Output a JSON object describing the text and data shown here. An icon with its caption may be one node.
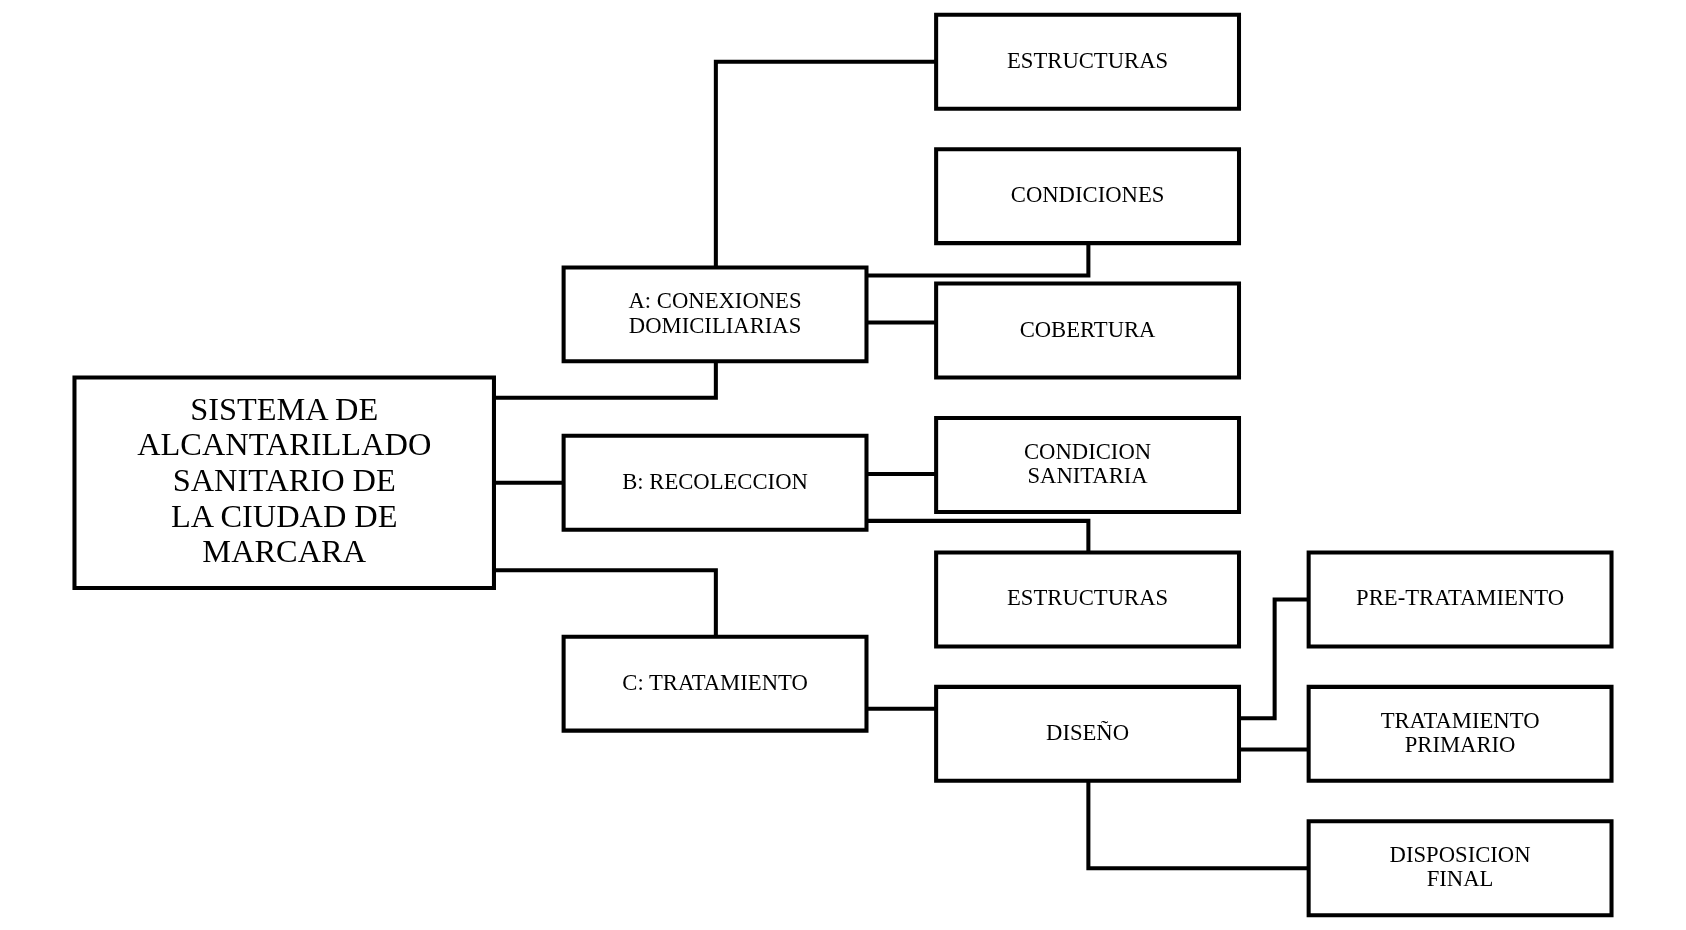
{
  "diagram": {
    "nodes": [
      {
        "text": [
          "SISTEMA DE ALCANTARILLADO SANITARIO DE LA CIUDAD DE MARCARA"
        ]
      },
      {
        "text": [
          "A: CONEXIONES DOMICILIARIAS"
        ]
      },
      {
        "text": [
          "ESTRUCTURAS"
        ]
      },
      {
        "text": [
          "CONDICIONES"
        ]
      },
      {
        "text": [
          "COBERTURA"
        ]
      },
      {
        "text": [
          "B: RECOLECCION"
        ]
      },
      {
        "text": [
          "CONDICION SANITARIA"
        ]
      },
      {
        "text": [
          "ESTRUCTURAS"
        ]
      },
      {
        "text": [
          "C: TRATAMIENTO"
        ]
      },
      {
        "text": [
          "DISEÑO"
        ]
      },
      {
        "text": [
          "PRE-TRATAMIENTO"
        ]
      },
      {
        "text": [
          "TRATAMIENTO PRIMARIO"
        ]
      },
      {
        "text": [
          "DISPOSICION FINAL"
        ]
      }
    ],
    "edges": [
      {
        "from": 0,
        "to": 1,
        "arrow": "none"
      },
      {
        "from": 0,
        "to": 5,
        "arrow": "none"
      },
      {
        "from": 0,
        "to": 8,
        "arrow": "none"
      },
      {
        "from": 1,
        "to": 2,
        "arrow": "none"
      },
      {
        "from": 1,
        "to": 3,
        "arrow": "none"
      },
      {
        "from": 1,
        "to": 4,
        "arrow": "none"
      },
      {
        "from": 5,
        "to": 6,
        "arrow": "none"
      },
      {
        "from": 5,
        "to": 7,
        "arrow": "none"
      },
      {
        "from": 8,
        "to": 9,
        "arrow": "none"
      },
      {
        "from": 9,
        "to": 10,
        "arrow": "none"
      },
      {
        "from": 9,
        "to": 11,
        "arrow": "none"
      },
      {
        "from": 9,
        "to": 12,
        "arrow": "none"
      }
    ]
  }
}
